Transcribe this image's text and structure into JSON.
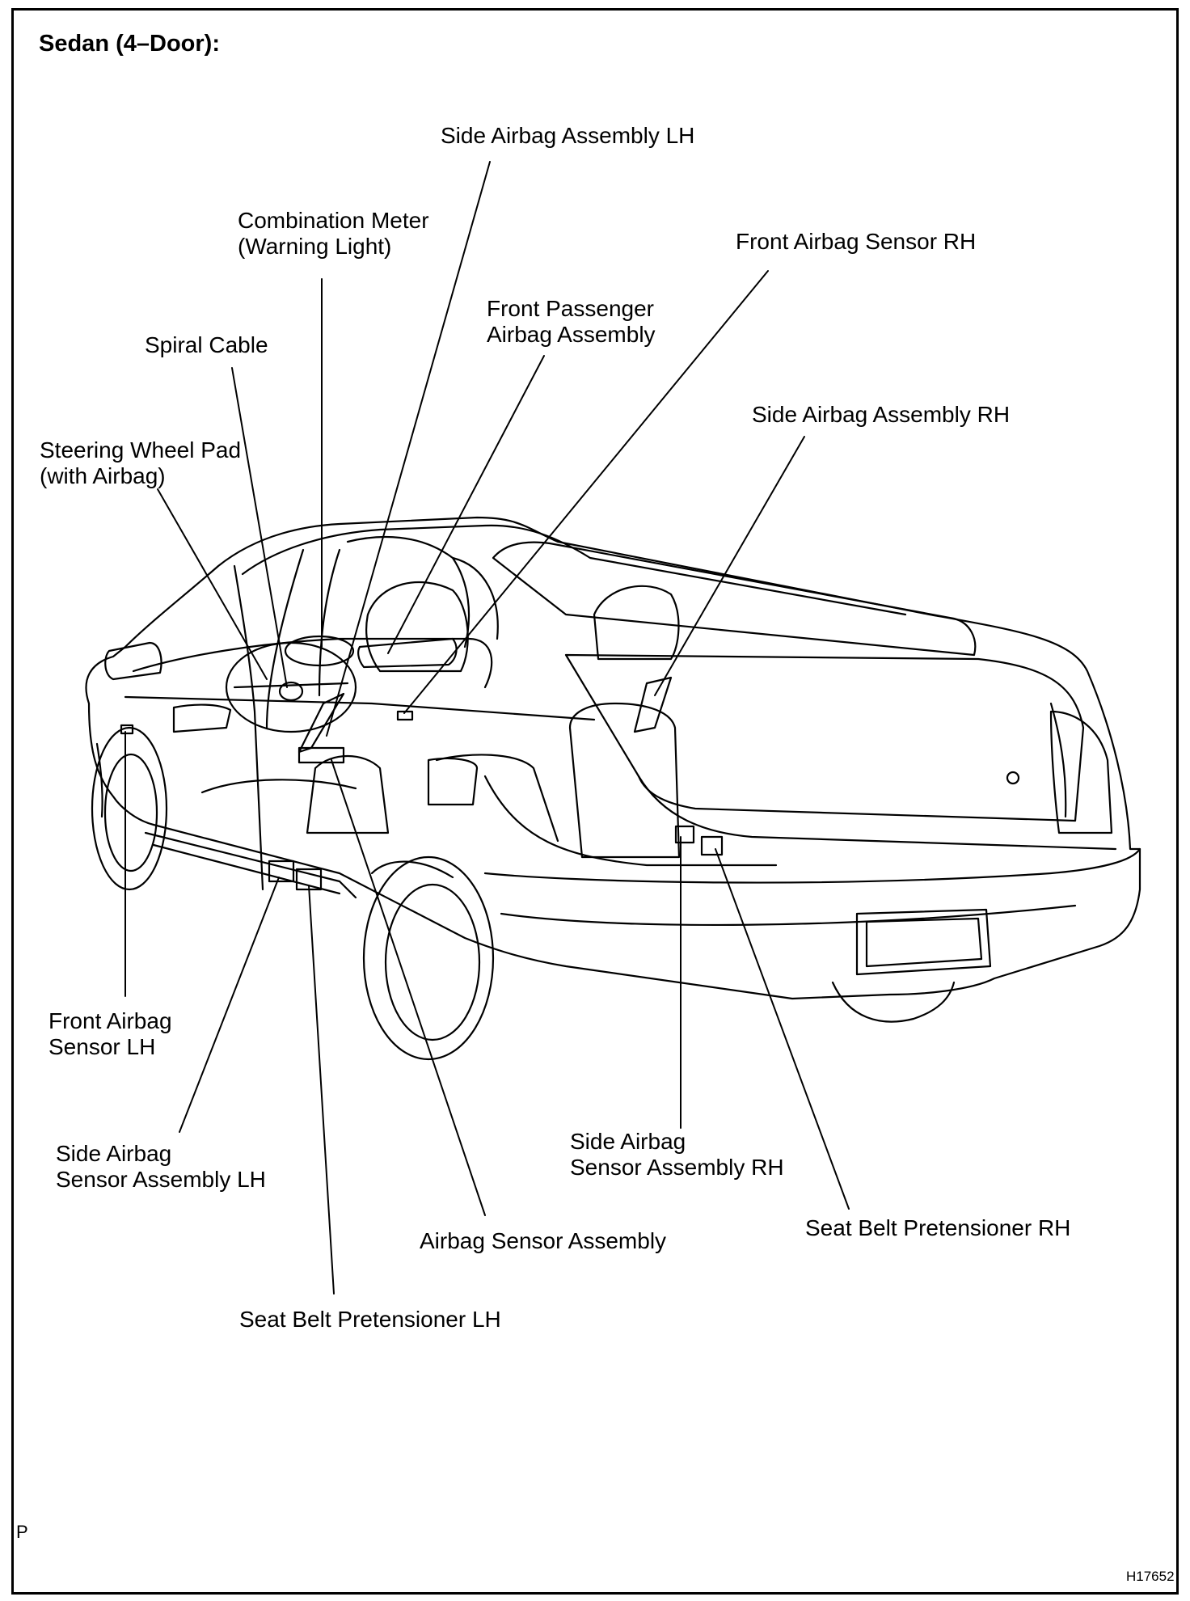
{
  "heading": "Sedan (4–Door):",
  "labels": {
    "side_airbag_lh": "Side Airbag Assembly LH",
    "combination_meter_1": "Combination Meter",
    "combination_meter_2": "(Warning Light)",
    "front_airbag_sensor_rh": "Front Airbag Sensor RH",
    "front_passenger_1": "Front Passenger",
    "front_passenger_2": "Airbag Assembly",
    "spiral_cable": "Spiral Cable",
    "side_airbag_rh": "Side Airbag Assembly RH",
    "steering_wheel_1": "Steering Wheel Pad",
    "steering_wheel_2": "(with Airbag)",
    "front_airbag_sensor_lh_1": "Front Airbag",
    "front_airbag_sensor_lh_2": "Sensor LH",
    "side_sensor_lh_1": "Side Airbag",
    "side_sensor_lh_2": "Sensor Assembly LH",
    "side_sensor_rh_1": "Side Airbag",
    "side_sensor_rh_2": "Sensor Assembly RH",
    "seat_belt_rh": "Seat Belt Pretensioner RH",
    "airbag_sensor_assembly": "Airbag Sensor Assembly",
    "seat_belt_lh": "Seat Belt Pretensioner LH"
  },
  "margin_mark": "P",
  "figure_code": "H17652"
}
